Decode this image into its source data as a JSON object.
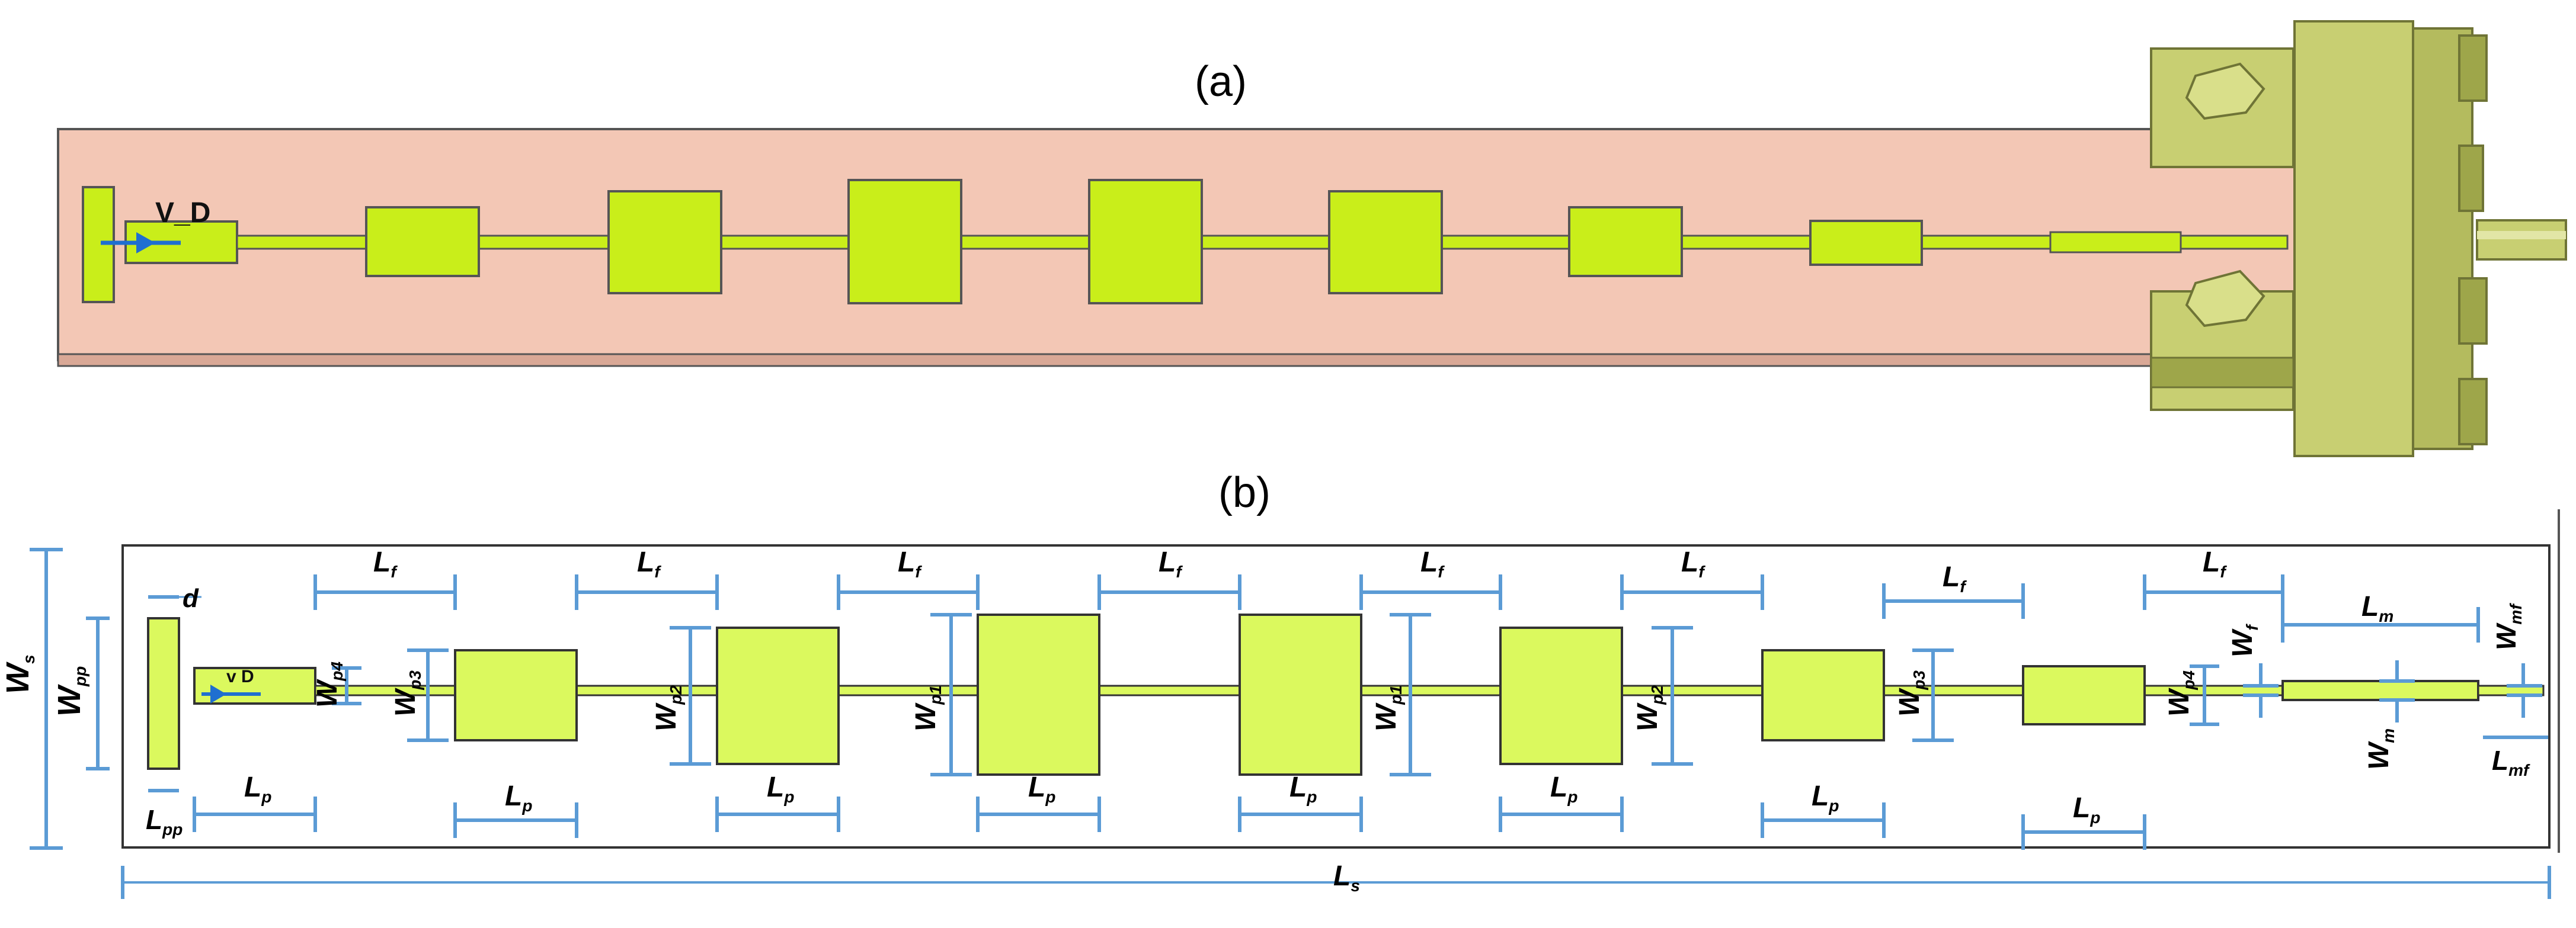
{
  "panels": {
    "a": {
      "label": "(a)",
      "port_label": "V_D"
    },
    "b": {
      "label": "(b)",
      "port_label": "V_D"
    }
  },
  "dimensions": {
    "Ws": {
      "main": "W",
      "sub": "s"
    },
    "Wpp": {
      "main": "W",
      "sub": "pp"
    },
    "Lpp": {
      "main": "L",
      "sub": "pp"
    },
    "d": {
      "main": "d",
      "sub": ""
    },
    "Lf": {
      "main": "L",
      "sub": "f"
    },
    "Lp": {
      "main": "L",
      "sub": "p"
    },
    "Wp1": {
      "main": "W",
      "sub": "p1"
    },
    "Wp2": {
      "main": "W",
      "sub": "p2"
    },
    "Wp3": {
      "main": "W",
      "sub": "p3"
    },
    "Wp4": {
      "main": "W",
      "sub": "p4"
    },
    "Wf": {
      "main": "W",
      "sub": "f"
    },
    "Lm": {
      "main": "L",
      "sub": "m"
    },
    "Wm": {
      "main": "W",
      "sub": "m"
    },
    "Wmf": {
      "main": "W",
      "sub": "mf"
    },
    "Lmf": {
      "main": "L",
      "sub": "mf"
    },
    "Ls": {
      "main": "L",
      "sub": "s"
    }
  },
  "colors": {
    "substrate_a": "#f3c7b5",
    "patch_a": "#c9ee1a",
    "patch_b": "#dbf95e",
    "connector": "#c8cf72",
    "connector_dark": "#9ea64a",
    "dimension": "#5b9bd5",
    "outline": "#333333"
  }
}
